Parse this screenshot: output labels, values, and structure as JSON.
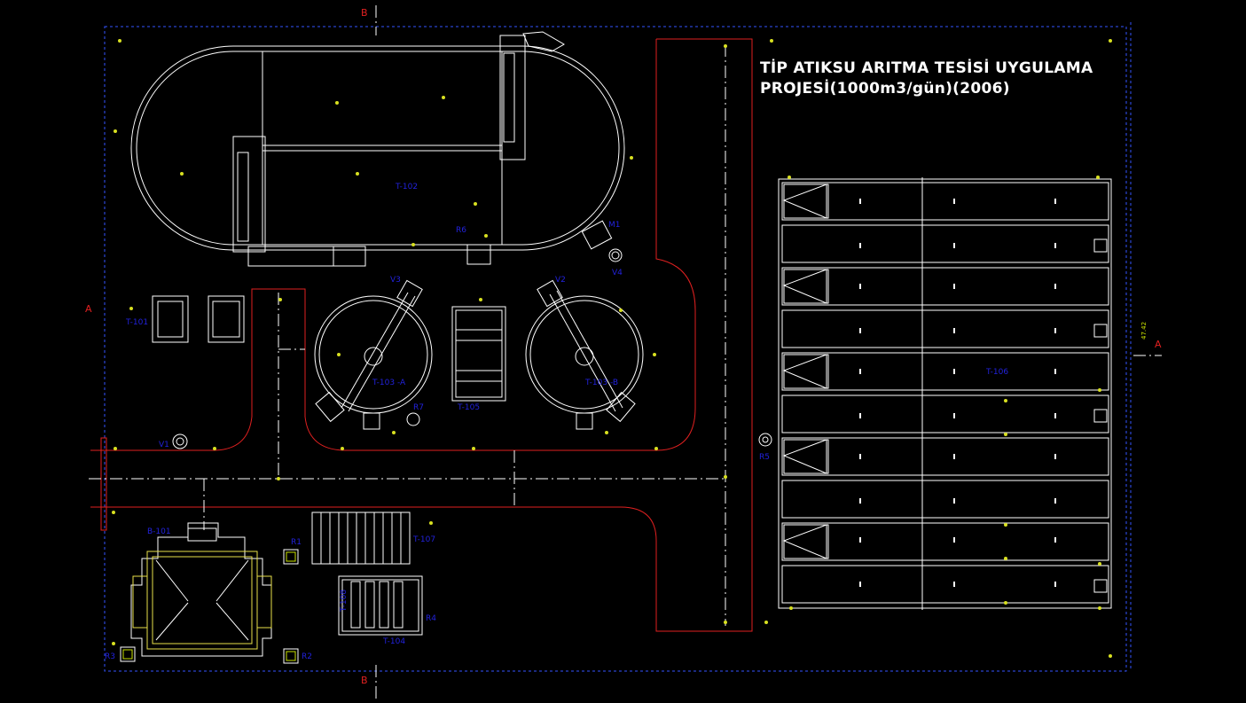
{
  "title": {
    "line1": "TİP ATIKSU ARITMA TESİSİ UYGULAMA",
    "line2": "PROJESİ(1000m3/gün)(2006)"
  },
  "colors": {
    "background": "#000000",
    "outline": "#ffffff",
    "road": "#e02020",
    "labels": "#2222dd",
    "levels": "#c8e000",
    "border": "#3355ff"
  },
  "units": {
    "t101": "T-101",
    "t102": "T-102",
    "t103a": "T-103 -A",
    "t103b": "T-103 -B",
    "t105": "T-105",
    "t106": "T-106",
    "t107": "T-107",
    "t108": "T-108",
    "t104": "T-104",
    "b101": "B-101",
    "v1": "V1",
    "v2": "V2",
    "v3": "V3",
    "v4": "V4",
    "m1": "M1",
    "r1": "R1",
    "r2": "R2",
    "r3": "R3",
    "r4": "R4",
    "r5": "R5",
    "r6": "R6",
    "r7": "R7"
  },
  "sections": {
    "b_top": "B",
    "b_bottom": "B",
    "a_left": "A",
    "a_right": "A"
  },
  "dimension_note": "47.42"
}
